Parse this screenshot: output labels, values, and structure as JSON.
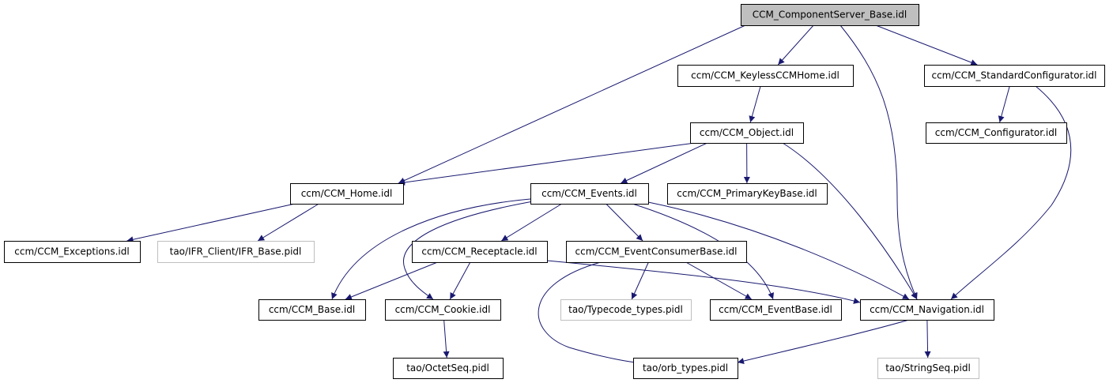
{
  "diagram": {
    "colors": {
      "edge": "#191970",
      "box_border": "#000000",
      "box_border_light": "#bfbfbf",
      "root_fill": "#bfbfbf",
      "box_fill": "#ffffff"
    },
    "nodes": [
      {
        "id": "root",
        "label": "CCM_ComponentServer_Base.idl",
        "style": "root"
      },
      {
        "id": "keyless",
        "label": "ccm/CCM_KeylessCCMHome.idl",
        "style": "normal"
      },
      {
        "id": "stdcfg",
        "label": "ccm/CCM_StandardConfigurator.idl",
        "style": "normal"
      },
      {
        "id": "object",
        "label": "ccm/CCM_Object.idl",
        "style": "normal"
      },
      {
        "id": "configurator",
        "label": "ccm/CCM_Configurator.idl",
        "style": "normal"
      },
      {
        "id": "home",
        "label": "ccm/CCM_Home.idl",
        "style": "normal"
      },
      {
        "id": "events",
        "label": "ccm/CCM_Events.idl",
        "style": "normal"
      },
      {
        "id": "pkbase",
        "label": "ccm/CCM_PrimaryKeyBase.idl",
        "style": "normal"
      },
      {
        "id": "exceptions",
        "label": "ccm/CCM_Exceptions.idl",
        "style": "normal"
      },
      {
        "id": "ifrbase",
        "label": "tao/IFR_Client/IFR_Base.pidl",
        "style": "light"
      },
      {
        "id": "receptacle",
        "label": "ccm/CCM_Receptacle.idl",
        "style": "normal"
      },
      {
        "id": "eventconsumer",
        "label": "ccm/CCM_EventConsumerBase.idl",
        "style": "normal"
      },
      {
        "id": "base",
        "label": "ccm/CCM_Base.idl",
        "style": "normal"
      },
      {
        "id": "cookie",
        "label": "ccm/CCM_Cookie.idl",
        "style": "normal"
      },
      {
        "id": "typecode",
        "label": "tao/Typecode_types.pidl",
        "style": "light"
      },
      {
        "id": "eventbase",
        "label": "ccm/CCM_EventBase.idl",
        "style": "normal"
      },
      {
        "id": "navigation",
        "label": "ccm/CCM_Navigation.idl",
        "style": "normal"
      },
      {
        "id": "octetseq",
        "label": "tao/OctetSeq.pidl",
        "style": "normal"
      },
      {
        "id": "orbtypes",
        "label": "tao/orb_types.pidl",
        "style": "normal"
      },
      {
        "id": "stringseq",
        "label": "tao/StringSeq.pidl",
        "style": "light"
      }
    ],
    "edges": [
      [
        "root",
        "home"
      ],
      [
        "root",
        "keyless"
      ],
      [
        "root",
        "navigation"
      ],
      [
        "root",
        "stdcfg"
      ],
      [
        "keyless",
        "object"
      ],
      [
        "stdcfg",
        "configurator"
      ],
      [
        "stdcfg",
        "navigation"
      ],
      [
        "object",
        "home"
      ],
      [
        "object",
        "events"
      ],
      [
        "object",
        "pkbase"
      ],
      [
        "object",
        "navigation"
      ],
      [
        "home",
        "exceptions"
      ],
      [
        "home",
        "ifrbase"
      ],
      [
        "events",
        "base"
      ],
      [
        "events",
        "cookie"
      ],
      [
        "events",
        "receptacle"
      ],
      [
        "events",
        "eventconsumer"
      ],
      [
        "events",
        "eventbase"
      ],
      [
        "events",
        "navigation"
      ],
      [
        "receptacle",
        "base"
      ],
      [
        "receptacle",
        "cookie"
      ],
      [
        "receptacle",
        "navigation"
      ],
      [
        "eventconsumer",
        "typecode"
      ],
      [
        "eventconsumer",
        "eventbase"
      ],
      [
        "eventconsumer",
        "orbtypes"
      ],
      [
        "cookie",
        "octetseq"
      ],
      [
        "navigation",
        "orbtypes"
      ],
      [
        "navigation",
        "stringseq"
      ]
    ]
  }
}
